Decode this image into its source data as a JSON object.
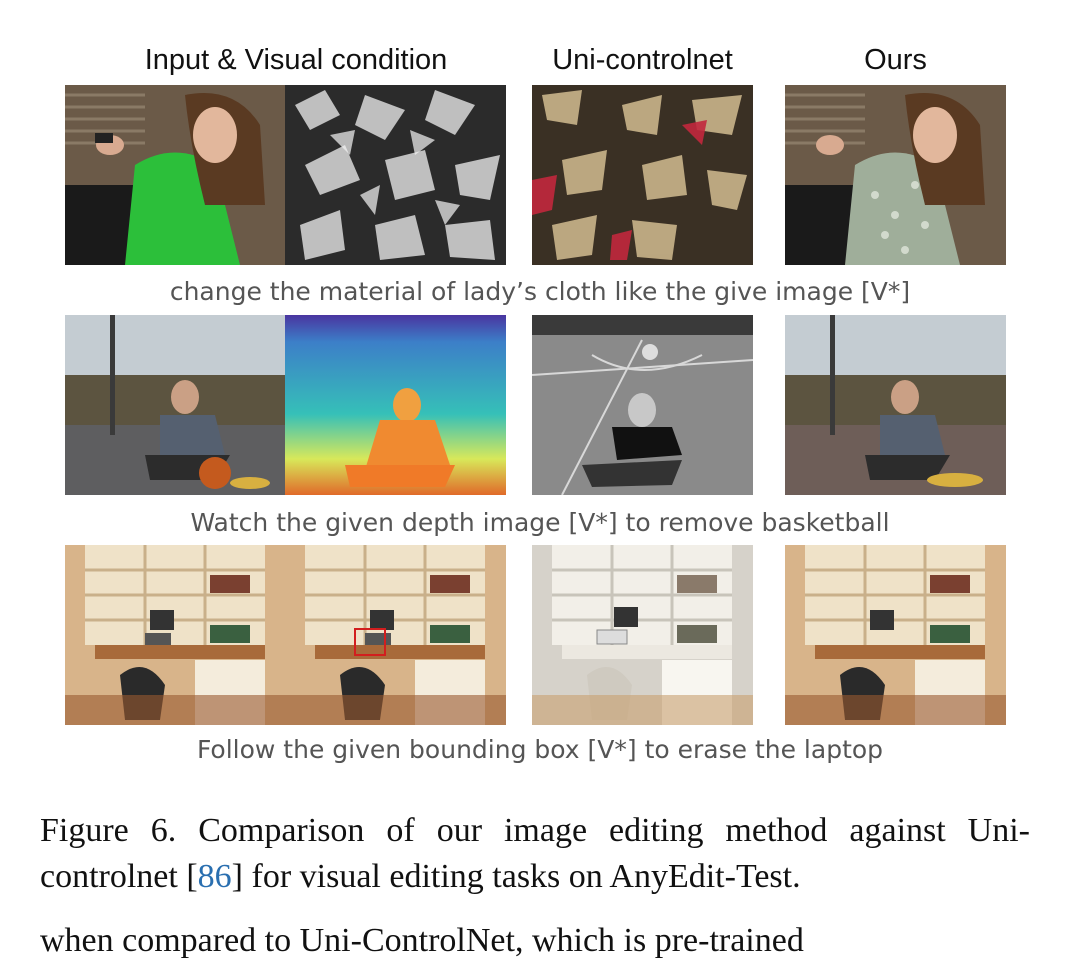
{
  "figure": {
    "headers": {
      "input": "Input & Visual condition",
      "baseline": "Uni-controlnet",
      "ours": "Ours"
    },
    "rows": [
      {
        "instruction": "change the material of lady’s cloth  like the give image [V*]",
        "panels": [
          "lady-green-shirt",
          "crumpled-foil",
          "foil-baseline",
          "lady-sequin-cloth"
        ]
      },
      {
        "instruction": "Watch the given depth image [V*] to remove basketball",
        "panels": [
          "man-with-basketball",
          "depth-map",
          "bw-basketball-court",
          "man-without-basketball"
        ]
      },
      {
        "instruction": "Follow the given bounding box [V*] to erase the laptop",
        "panels": [
          "office-with-laptop",
          "office-bounding-box",
          "office-baseline",
          "office-laptop-erased"
        ]
      }
    ],
    "caption": {
      "before_ref": "Figure 6.  Comparison of our image editing method against Uni-controlnet [",
      "ref": "86",
      "after_ref": "] for visual editing tasks on AnyEdit-Test."
    }
  },
  "body_text": "when  compared  to  Uni-ControlNet,  which  is  pre-trained"
}
